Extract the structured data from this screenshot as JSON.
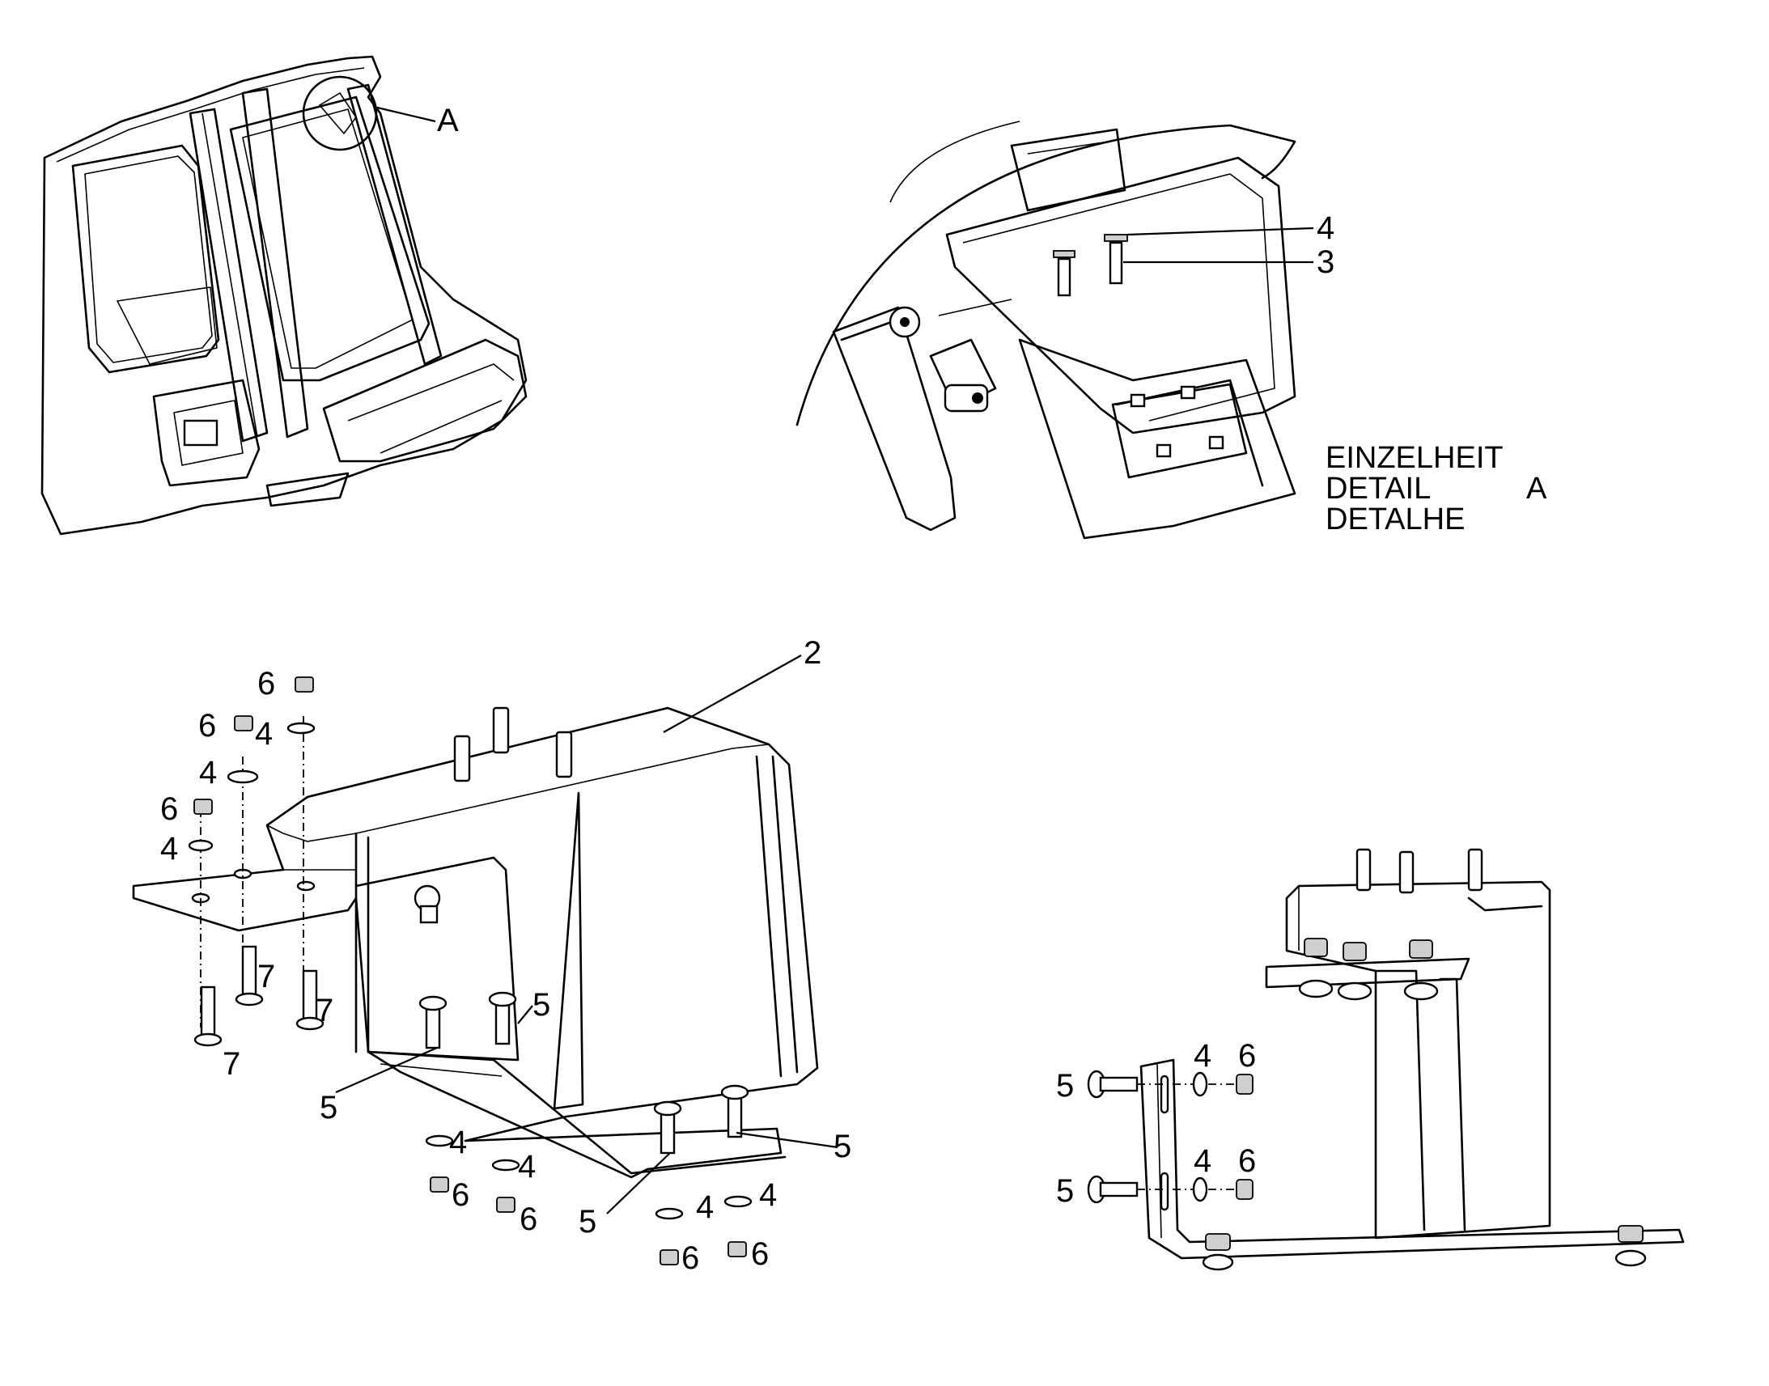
{
  "callouts": {
    "detail_ref": "A",
    "two": "2",
    "three": "3",
    "four": "4",
    "five": "5",
    "six": "6",
    "seven": "7"
  },
  "detail_caption": {
    "line1": "EINZELHEIT",
    "line2": "DETAIL",
    "line3": "DETALHE",
    "letter": "A"
  }
}
